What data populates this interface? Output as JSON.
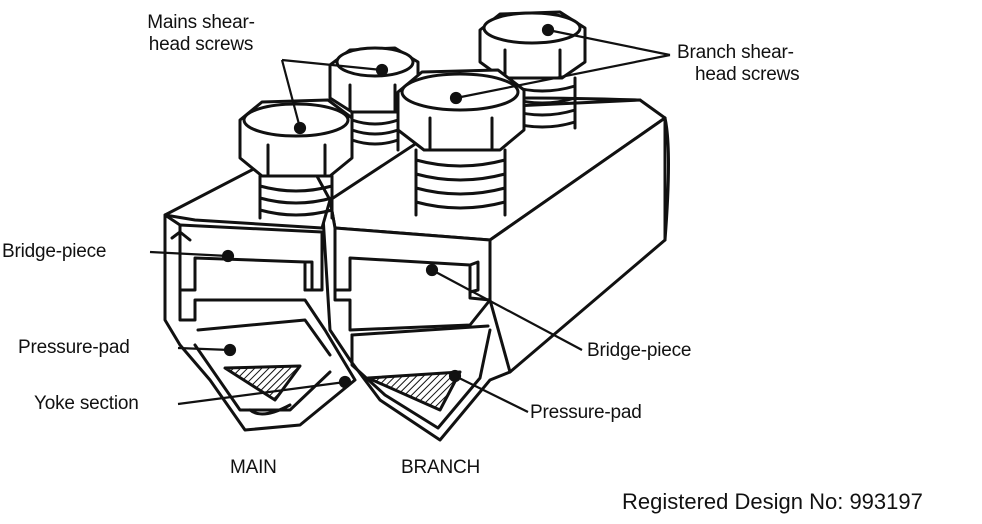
{
  "labels": {
    "mains_screws_line1": "Mains shear-",
    "mains_screws_line2": "head screws",
    "branch_screws_line1": "Branch shear-",
    "branch_screws_line2": "head screws",
    "bridge_piece_left": "Bridge-piece",
    "bridge_piece_right": "Bridge-piece",
    "pressure_pad_left": "Pressure-pad",
    "pressure_pad_right": "Pressure-pad",
    "yoke_section": "Yoke section",
    "main": "MAIN",
    "branch": "BRANCH"
  },
  "footer": {
    "registered_design": "Registered Design No: 993197"
  },
  "colors": {
    "ink": "#111111",
    "paper": "#ffffff"
  }
}
